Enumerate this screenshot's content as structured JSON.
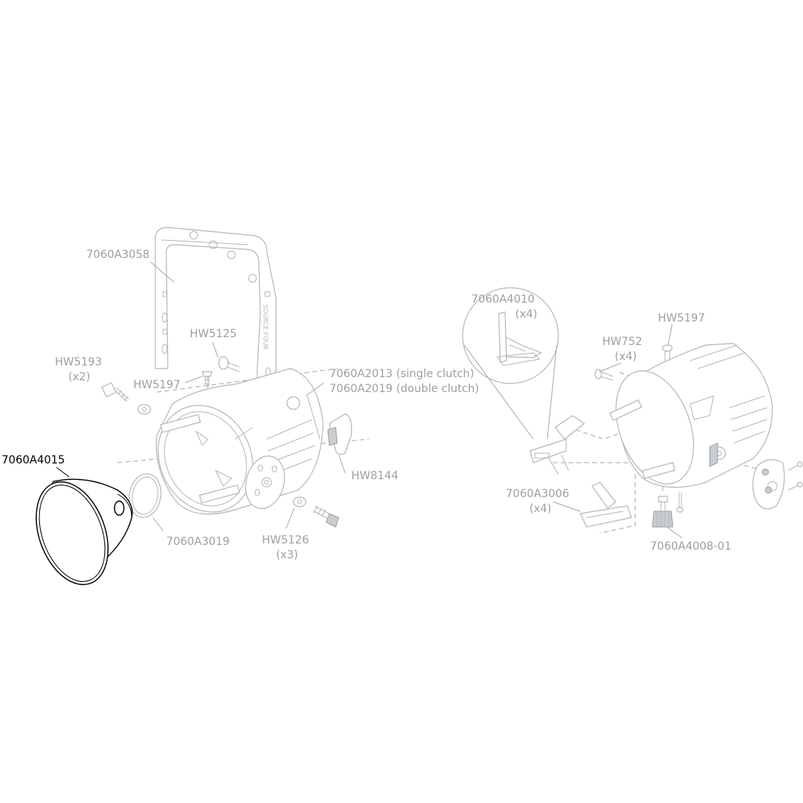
{
  "labels": {
    "bracket": "7060A3058",
    "hw5125": "HW5125",
    "hw5193": "HW5193",
    "hw5193_qty": "(x2)",
    "hw5197_left": "HW5197",
    "body_single": "7060A2013 (single clutch)",
    "body_double": "7060A2019 (double clutch)",
    "reflector": "7060A4015",
    "hw8144": "HW8144",
    "ring": "7060A3019",
    "hw5126": "HW5126",
    "hw5126_qty": "(x3)",
    "clip_inset": "7060A4010",
    "clip_inset_qty": "(x4)",
    "hw752": "HW752",
    "hw752_qty": "(x4)",
    "hw5197_right": "HW5197",
    "clip_part": "7060A3006",
    "clip_part_qty": "(x4)",
    "knob": "7060A4008-01"
  },
  "yoke_embossed_text": "SOURCE FOUR",
  "colors": {
    "highlight": "#000000",
    "muted": "#9aa0a4",
    "background": "#ffffff"
  }
}
